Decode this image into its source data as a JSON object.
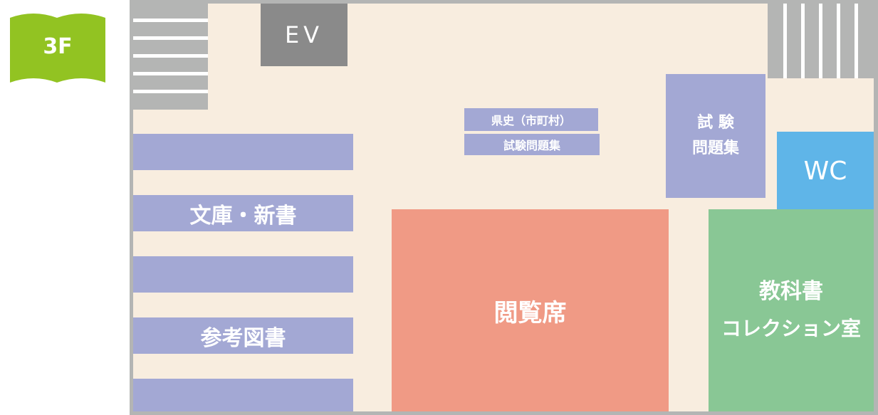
{
  "floor_badge": {
    "label": "3F",
    "color": "#92c322"
  },
  "elevator": {
    "label": "EV"
  },
  "left_shelves": {
    "bunko_label": "文庫・新書",
    "reference_label": "参考図書"
  },
  "center_labels": {
    "prefecture_history": "県史（市町村）",
    "exam_books_small": "試験問題集"
  },
  "exam_section": {
    "line1": "試 験",
    "line2": "問題集"
  },
  "restroom": {
    "label": "WC"
  },
  "reading_room": {
    "label": "閲覧席"
  },
  "textbook_room": {
    "line1": "教科書",
    "line2": "コレクション室"
  },
  "colors": {
    "floor": "#f8eddf",
    "shelf": "#a3a8d4",
    "reading": "#f09a85",
    "textbook": "#89c795",
    "wc": "#5fb5e8",
    "stairs": "#b4b5b4",
    "elevator": "#8a8a8a"
  }
}
